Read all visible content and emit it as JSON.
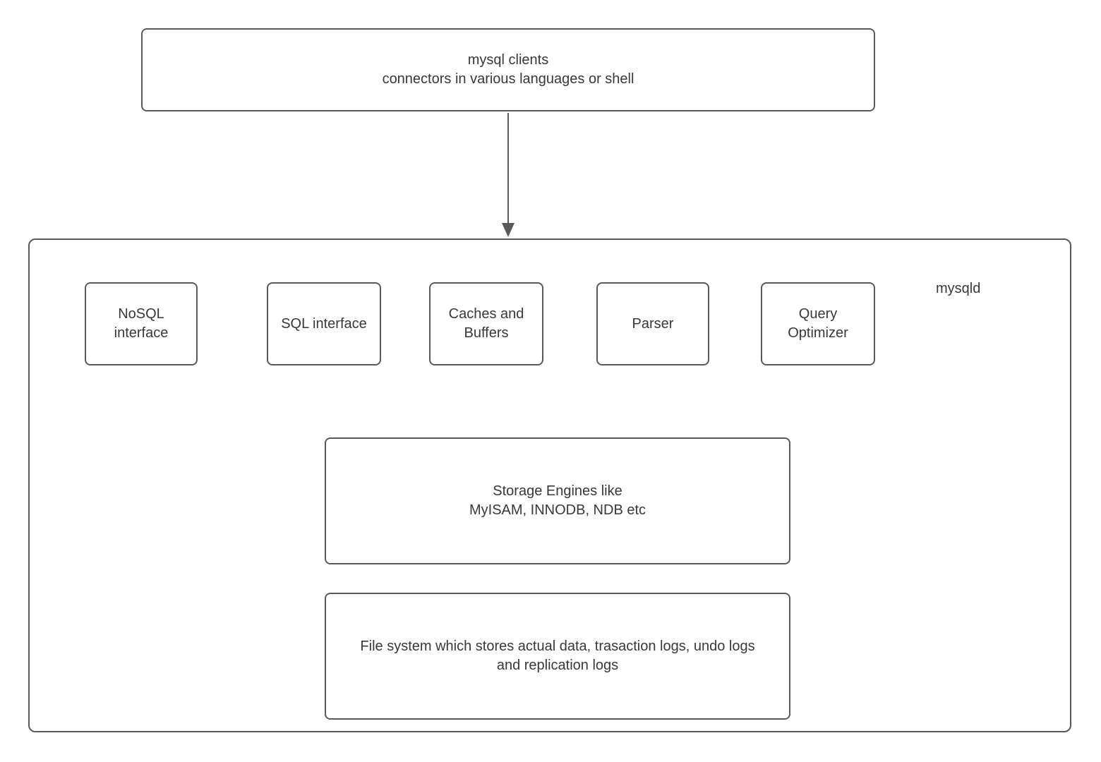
{
  "colors": {
    "border": "#595959",
    "text": "#383838",
    "background": "#ffffff"
  },
  "clients_box": {
    "line1": "mysql clients",
    "line2": "connectors in various languages or shell"
  },
  "daemon_label": "mysqld",
  "components": [
    {
      "id": "nosql-interface",
      "lines": [
        "NoSQL",
        "interface"
      ]
    },
    {
      "id": "sql-interface",
      "lines": [
        "SQL interface"
      ]
    },
    {
      "id": "caches-and-buffers",
      "lines": [
        "Caches and",
        "Buffers"
      ]
    },
    {
      "id": "parser",
      "lines": [
        "Parser"
      ]
    },
    {
      "id": "query-optimizer",
      "lines": [
        "Query",
        "Optimizer"
      ]
    }
  ],
  "storage_box": {
    "line1": "Storage Engines like",
    "line2": "MyISAM, INNODB, NDB etc"
  },
  "filesystem_box": {
    "line1": "File system which stores actual data, trasaction logs, undo logs",
    "line2": "and replication logs"
  }
}
